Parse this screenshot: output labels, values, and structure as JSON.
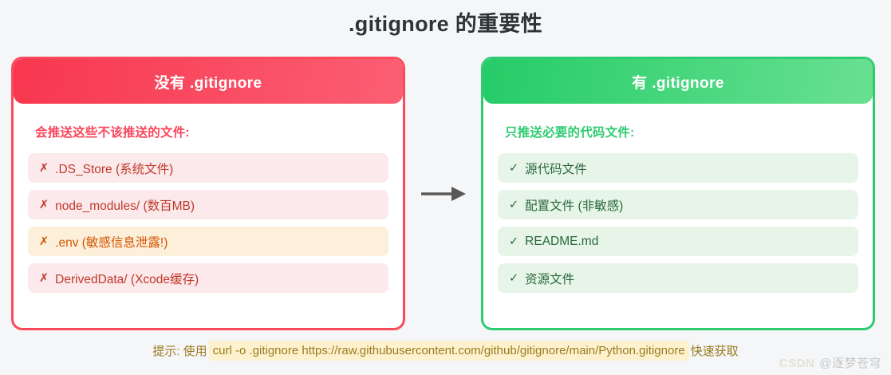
{
  "title": ".gitignore 的重要性",
  "arrow_icon": "arrow-right-icon",
  "bad_card": {
    "header": "没有 .gitignore",
    "subtitle": "会推送这些不该推送的文件:",
    "items": [
      {
        "mark": "✗",
        "text": ".DS_Store (系统文件)",
        "tone": "danger"
      },
      {
        "mark": "✗",
        "text": "node_modules/ (数百MB)",
        "tone": "danger"
      },
      {
        "mark": "✗",
        "text": ".env (敏感信息泄露!)",
        "tone": "warn"
      },
      {
        "mark": "✗",
        "text": "DerivedData/ (Xcode缓存)",
        "tone": "danger"
      }
    ]
  },
  "good_card": {
    "header": "有 .gitignore",
    "subtitle": "只推送必要的代码文件:",
    "items": [
      {
        "mark": "✓",
        "text": "源代码文件",
        "tone": "ok"
      },
      {
        "mark": "✓",
        "text": "配置文件 (非敏感)",
        "tone": "ok"
      },
      {
        "mark": "✓",
        "text": "README.md",
        "tone": "ok"
      },
      {
        "mark": "✓",
        "text": "资源文件",
        "tone": "ok"
      }
    ]
  },
  "footer": {
    "prefix": "提示: 使用",
    "code": "curl -o .gitignore https://raw.githubusercontent.com/github/gitignore/main/Python.gitignore",
    "suffix": "快速获取"
  },
  "watermark": {
    "brand": "CSDN",
    "author": "@逐梦苍穹"
  },
  "colors": {
    "danger": "#fb4a5c",
    "success": "#2ecc71",
    "warn": "#d35400",
    "page_bg": "#f4f6f8",
    "title": "#2d3436",
    "footer_text": "#9c7a20",
    "code_bg": "#fdf2cd"
  }
}
